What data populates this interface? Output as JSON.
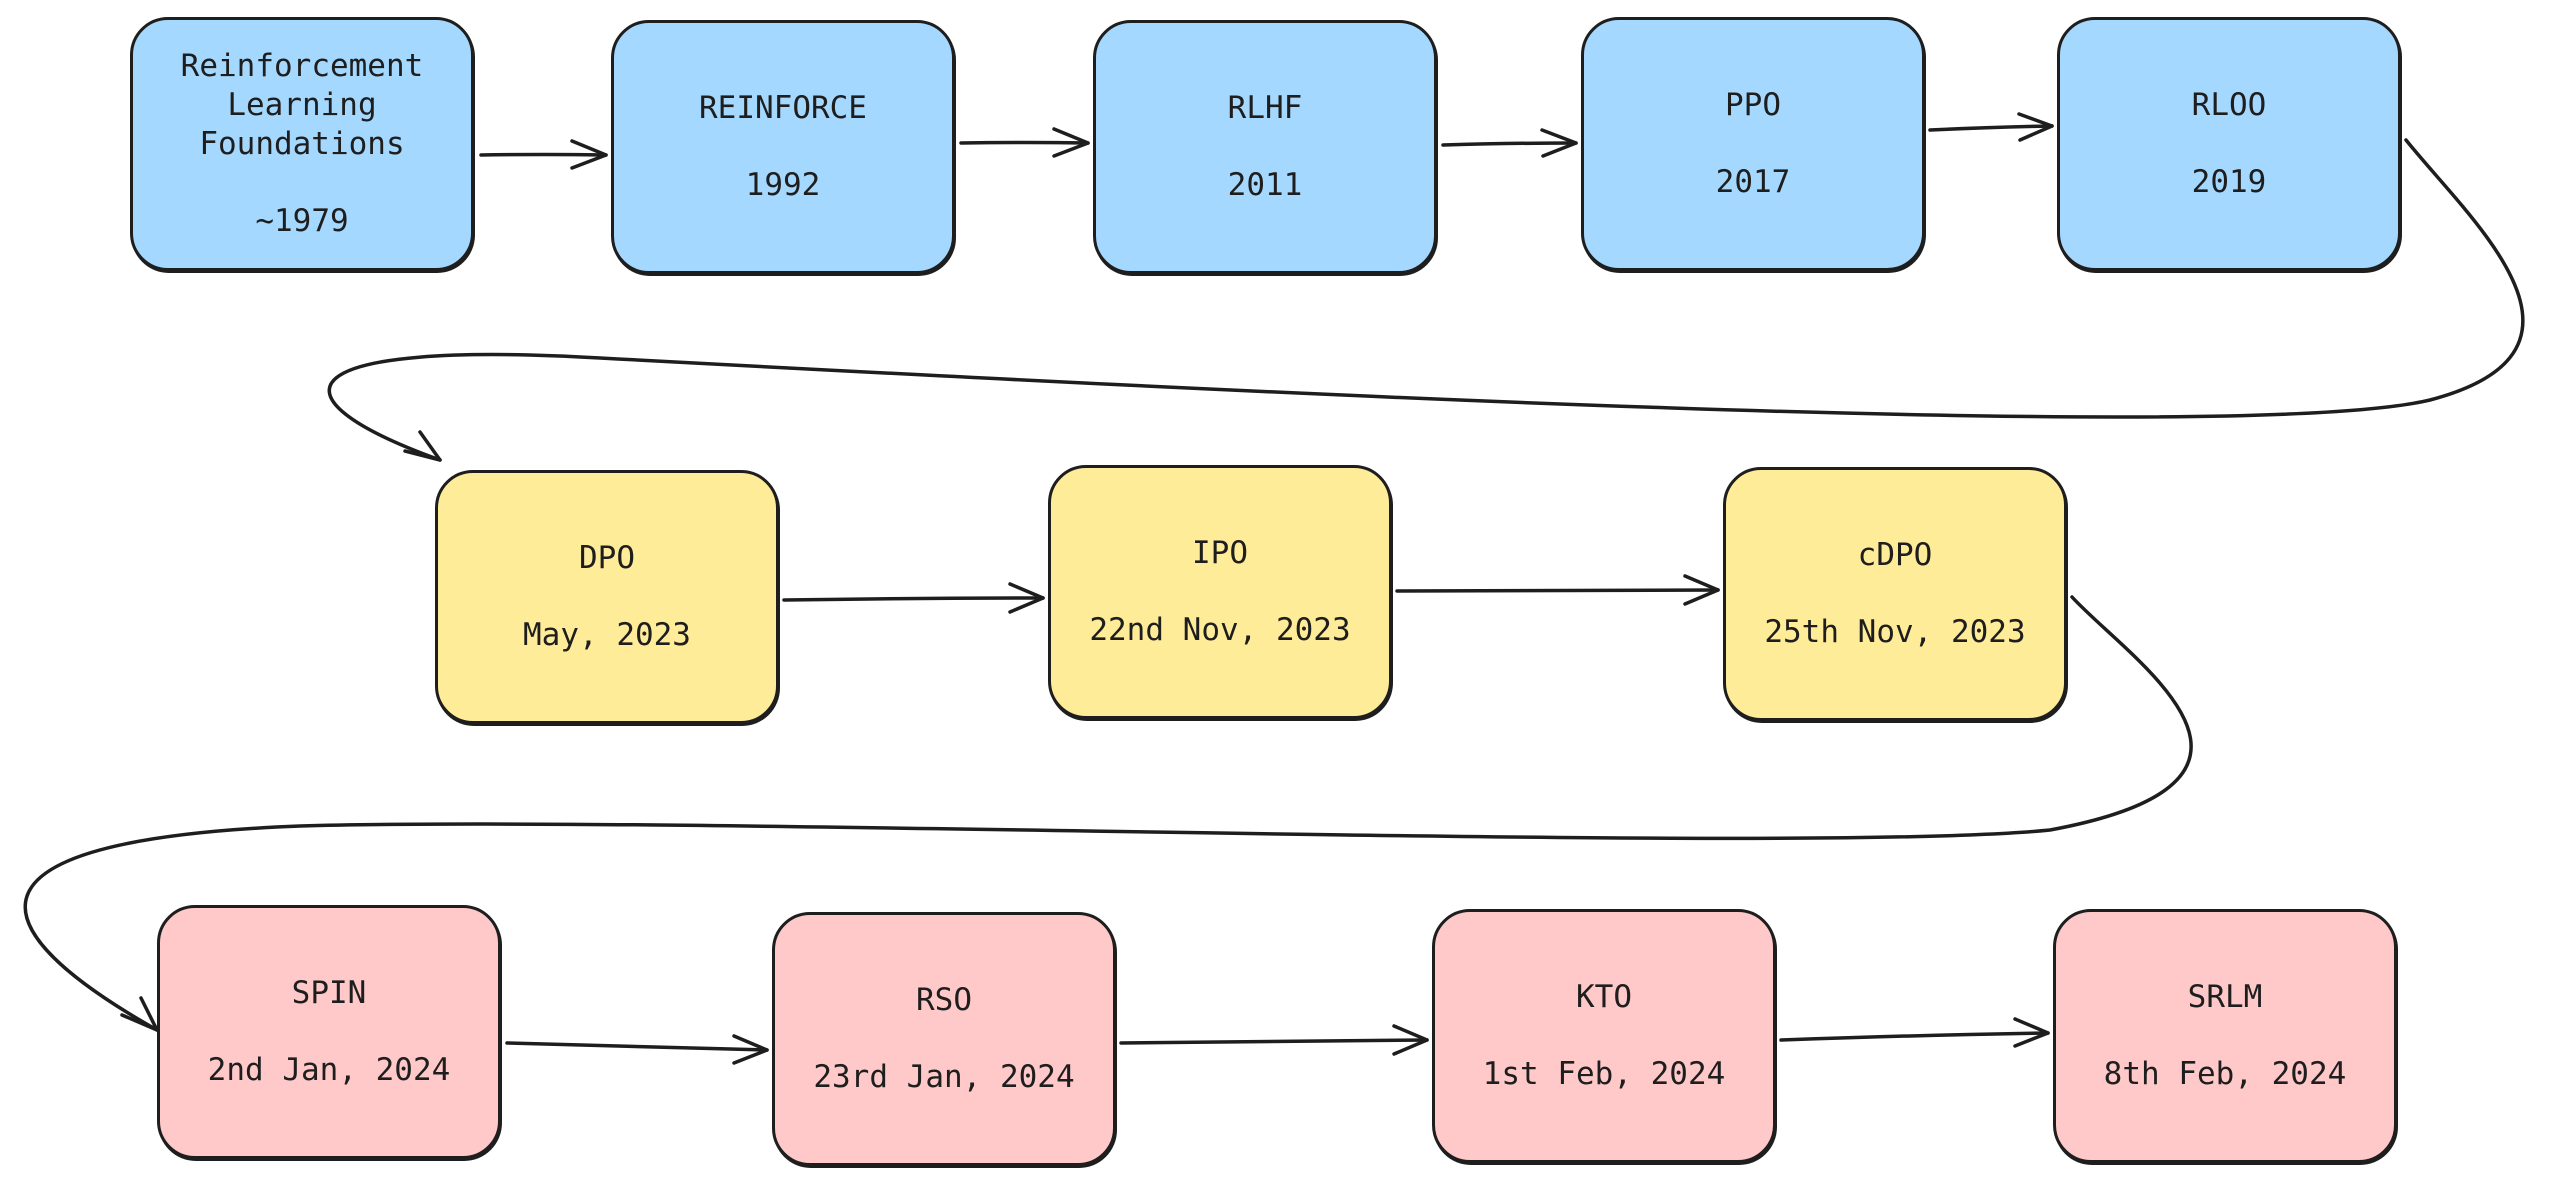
{
  "diagram": {
    "nodes": [
      {
        "id": "n0",
        "name": "Reinforcement\nLearning\nFoundations",
        "date": "~1979",
        "color": "#a5d8ff"
      },
      {
        "id": "n1",
        "name": "REINFORCE",
        "date": "1992",
        "color": "#a5d8ff"
      },
      {
        "id": "n2",
        "name": "RLHF",
        "date": "2011",
        "color": "#a5d8ff"
      },
      {
        "id": "n3",
        "name": "PPO",
        "date": "2017",
        "color": "#a5d8ff"
      },
      {
        "id": "n4",
        "name": "RLOO",
        "date": "2019",
        "color": "#a5d8ff"
      },
      {
        "id": "n5",
        "name": "DPO",
        "date": "May, 2023",
        "color": "#ffec99"
      },
      {
        "id": "n6",
        "name": "IPO",
        "date": "22nd Nov, 2023",
        "color": "#ffec99"
      },
      {
        "id": "n7",
        "name": "cDPO",
        "date": "25th Nov, 2023",
        "color": "#ffec99"
      },
      {
        "id": "n8",
        "name": "SPIN",
        "date": "2nd Jan, 2024",
        "color": "#ffc9c9"
      },
      {
        "id": "n9",
        "name": "RSO",
        "date": "23rd Jan, 2024",
        "color": "#ffc9c9"
      },
      {
        "id": "n10",
        "name": "KTO",
        "date": "1st Feb, 2024",
        "color": "#ffc9c9"
      },
      {
        "id": "n11",
        "name": "SRLM",
        "date": "8th Feb, 2024",
        "color": "#ffc9c9"
      }
    ],
    "edges": [
      {
        "from": "REINFORCEMENT LEARNING FOUNDATIONS",
        "to": "REINFORCE"
      },
      {
        "from": "REINFORCE",
        "to": "RLHF"
      },
      {
        "from": "RLHF",
        "to": "PPO"
      },
      {
        "from": "PPO",
        "to": "RLOO"
      },
      {
        "from": "RLOO",
        "to": "DPO"
      },
      {
        "from": "DPO",
        "to": "IPO"
      },
      {
        "from": "IPO",
        "to": "cDPO"
      },
      {
        "from": "cDPO",
        "to": "SPIN"
      },
      {
        "from": "SPIN",
        "to": "RSO"
      },
      {
        "from": "RSO",
        "to": "KTO"
      },
      {
        "from": "KTO",
        "to": "SRLM"
      }
    ],
    "stroke_color": "#1e1e1e"
  }
}
